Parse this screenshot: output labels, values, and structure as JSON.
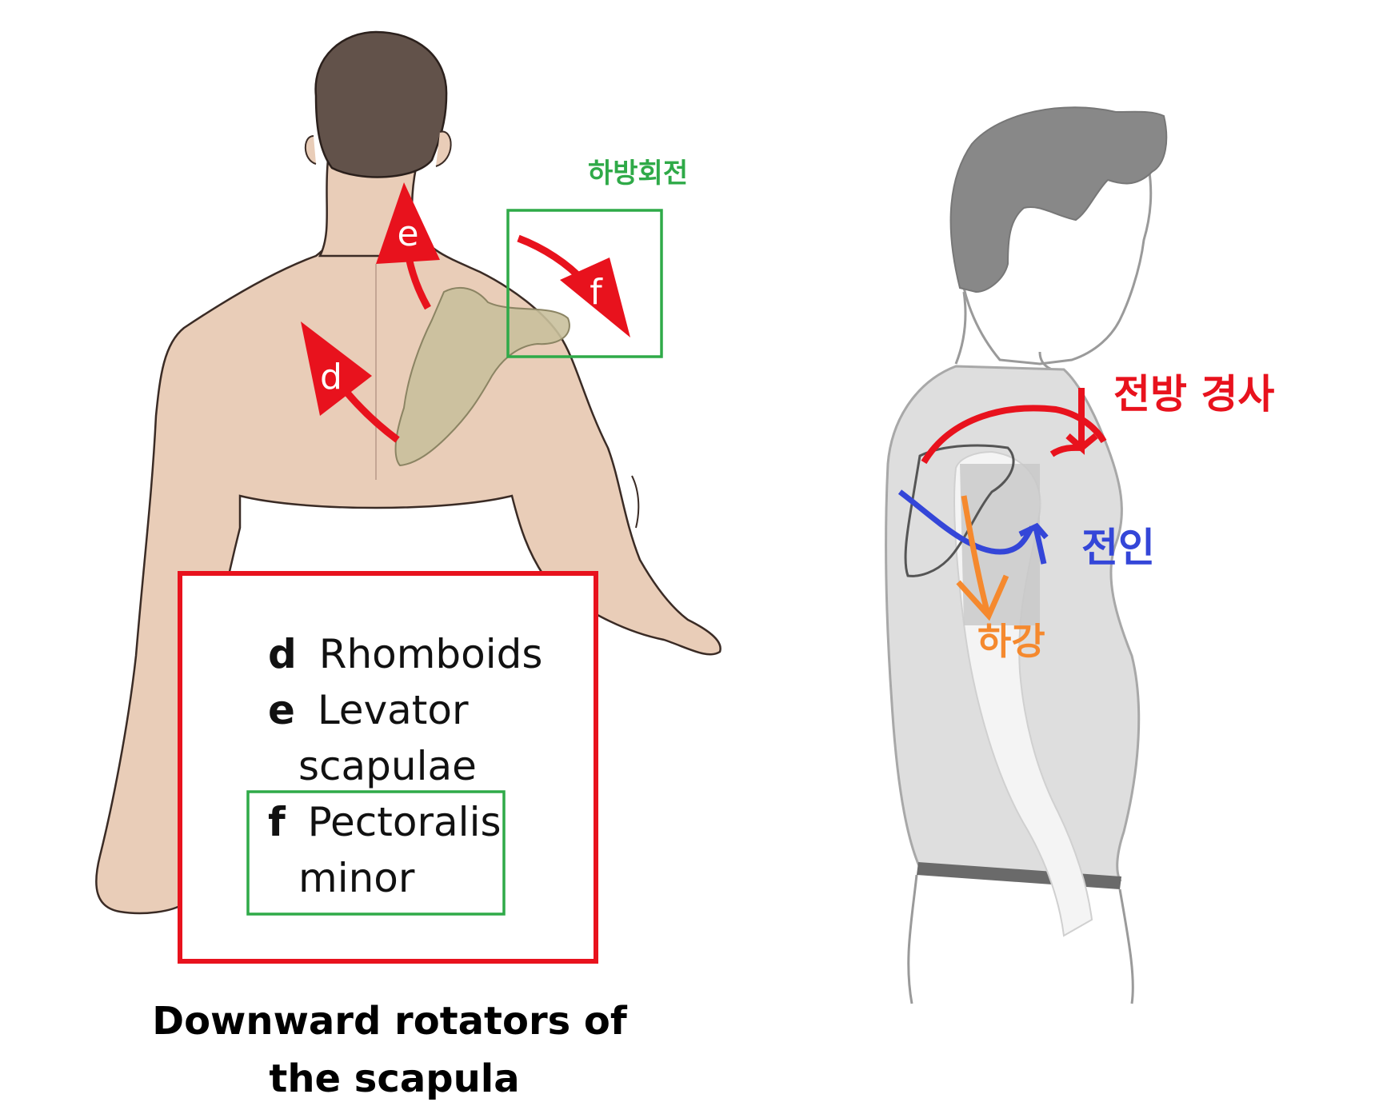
{
  "left_figure": {
    "arrow_labels": {
      "d": "d",
      "e": "e",
      "f": "f"
    },
    "rotation_label": "하방회전",
    "legend": {
      "rows": [
        {
          "key": "d",
          "text": "Rhomboids"
        },
        {
          "key": "e",
          "text": "Levator"
        },
        {
          "key": "",
          "text": "scapulae"
        },
        {
          "key": "f",
          "text": "Pectoralis"
        },
        {
          "key": "",
          "text": "minor"
        }
      ]
    },
    "caption": {
      "line1": "Downward rotators of",
      "line2": "the scapula"
    }
  },
  "right_figure": {
    "labels": {
      "anterior_tilt": "전방 경사",
      "protraction": "전인",
      "depression": "하강"
    }
  },
  "colors": {
    "red": "#e8121d",
    "green": "#2faa48",
    "blue": "#3446d8",
    "orange": "#f5892e",
    "skin": "#e9cdb8",
    "hair_left": "#62524a",
    "hair_right": "#888888",
    "shirt": "#dedede",
    "scapula": "#c9c09c"
  }
}
